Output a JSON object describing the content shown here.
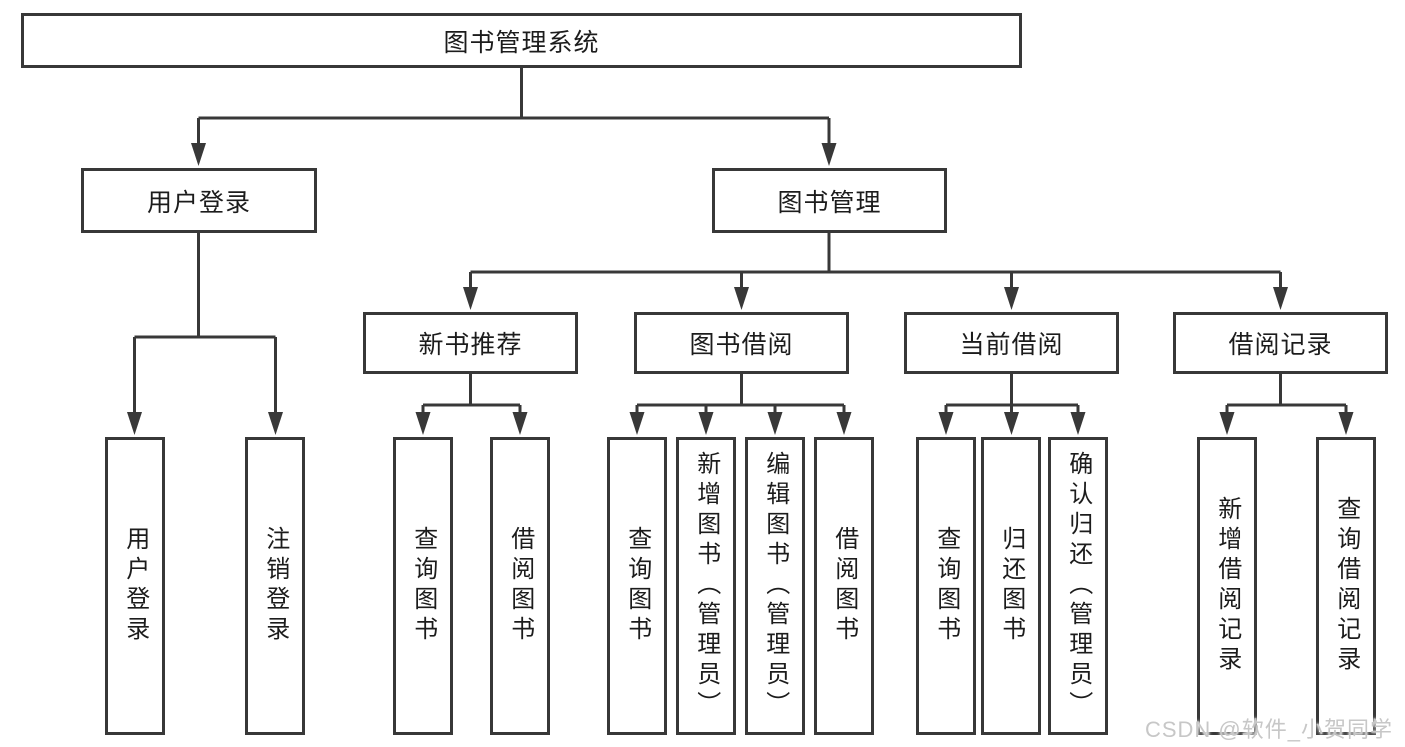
{
  "colors": {
    "line": "#383838",
    "text": "#1c1c1c",
    "background": "#ffffff",
    "watermark_text_color": "#c7c7c7"
  },
  "diagram": {
    "root": "图书管理系统",
    "branches": [
      {
        "label": "用户登录",
        "children": [
          {
            "label": "用户登录"
          },
          {
            "label": "注销登录"
          }
        ]
      },
      {
        "label": "图书管理",
        "children": [
          {
            "label": "新书推荐",
            "children": [
              {
                "label": "查询图书"
              },
              {
                "label": "借阅图书"
              }
            ]
          },
          {
            "label": "图书借阅",
            "children": [
              {
                "label": "查询图书"
              },
              {
                "label": "新增图书（管理员）"
              },
              {
                "label": "编辑图书（管理员）"
              },
              {
                "label": "借阅图书"
              }
            ]
          },
          {
            "label": "当前借阅",
            "children": [
              {
                "label": "查询图书"
              },
              {
                "label": "归还图书"
              },
              {
                "label": "确认归还（管理员）"
              }
            ]
          },
          {
            "label": "借阅记录",
            "children": [
              {
                "label": "新增借阅记录"
              },
              {
                "label": "查询借阅记录"
              }
            ]
          }
        ]
      }
    ]
  },
  "watermark": "CSDN @软件_小贺同学"
}
